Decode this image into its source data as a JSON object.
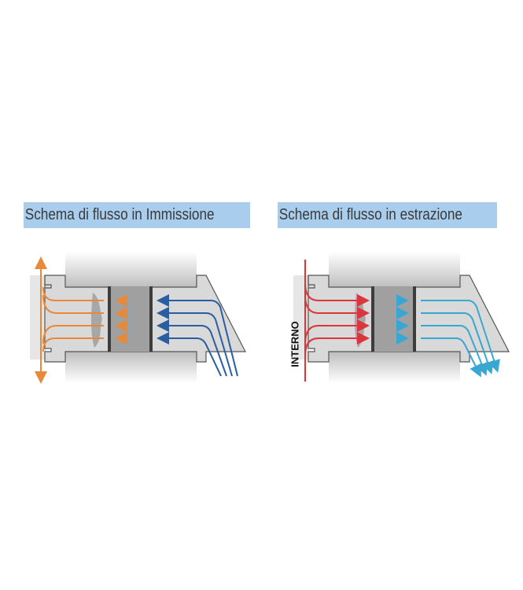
{
  "panels": [
    {
      "title": "Schema di flusso in Immissione",
      "inflow_color": "#2a5ea0",
      "outflow_color": "#e8893a"
    },
    {
      "title": "Schema di flusso in estrazione",
      "label": "INTERNO",
      "inflow_color": "#d9373a",
      "outflow_color": "#3aa6d2"
    }
  ],
  "colors": {
    "header_band": "#a9cdec",
    "duct": "#d9d9d9",
    "filter": "#a0a0a0"
  }
}
